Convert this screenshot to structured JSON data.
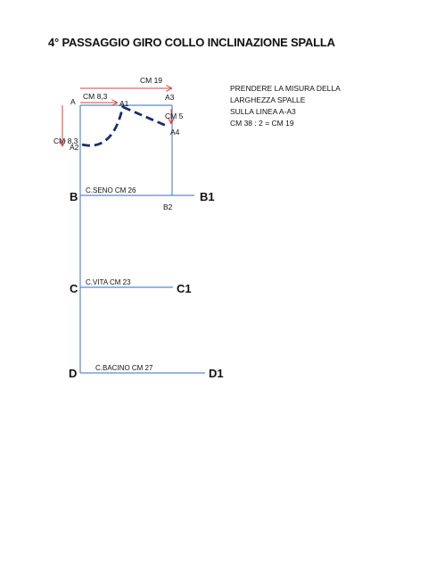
{
  "title": "4° PASSAGGIO GIRO COLLO INCLINAZIONE SPALLA",
  "note_lines": [
    "PRENDERE LA MISURA DELLA",
    "LARGHEZZA SPALLE",
    "SULLA LINEA  A-A3",
    "CM 38 : 2 = CM 19"
  ],
  "measures": {
    "cm19": "CM 19",
    "cm83_h": "CM 8,3",
    "cm83_v": "CM 8,3",
    "cm5": "CM 5"
  },
  "points": {
    "A": "A",
    "A1": "A1",
    "A2": "A2",
    "A3": "A3",
    "A4": "A4",
    "B": "B",
    "B1": "B1",
    "B2": "B2",
    "C": "C",
    "C1": "C1",
    "D": "D",
    "D1": "D1"
  },
  "lines": {
    "seno": "C.SENO CM 26",
    "vita": "C.VITA CM 23",
    "bacino": "C.BACINO CM 27"
  },
  "colors": {
    "construction": "#5b8bc9",
    "arrow": "#d9423a",
    "curve": "#1c2d6b",
    "text": "#111111"
  }
}
